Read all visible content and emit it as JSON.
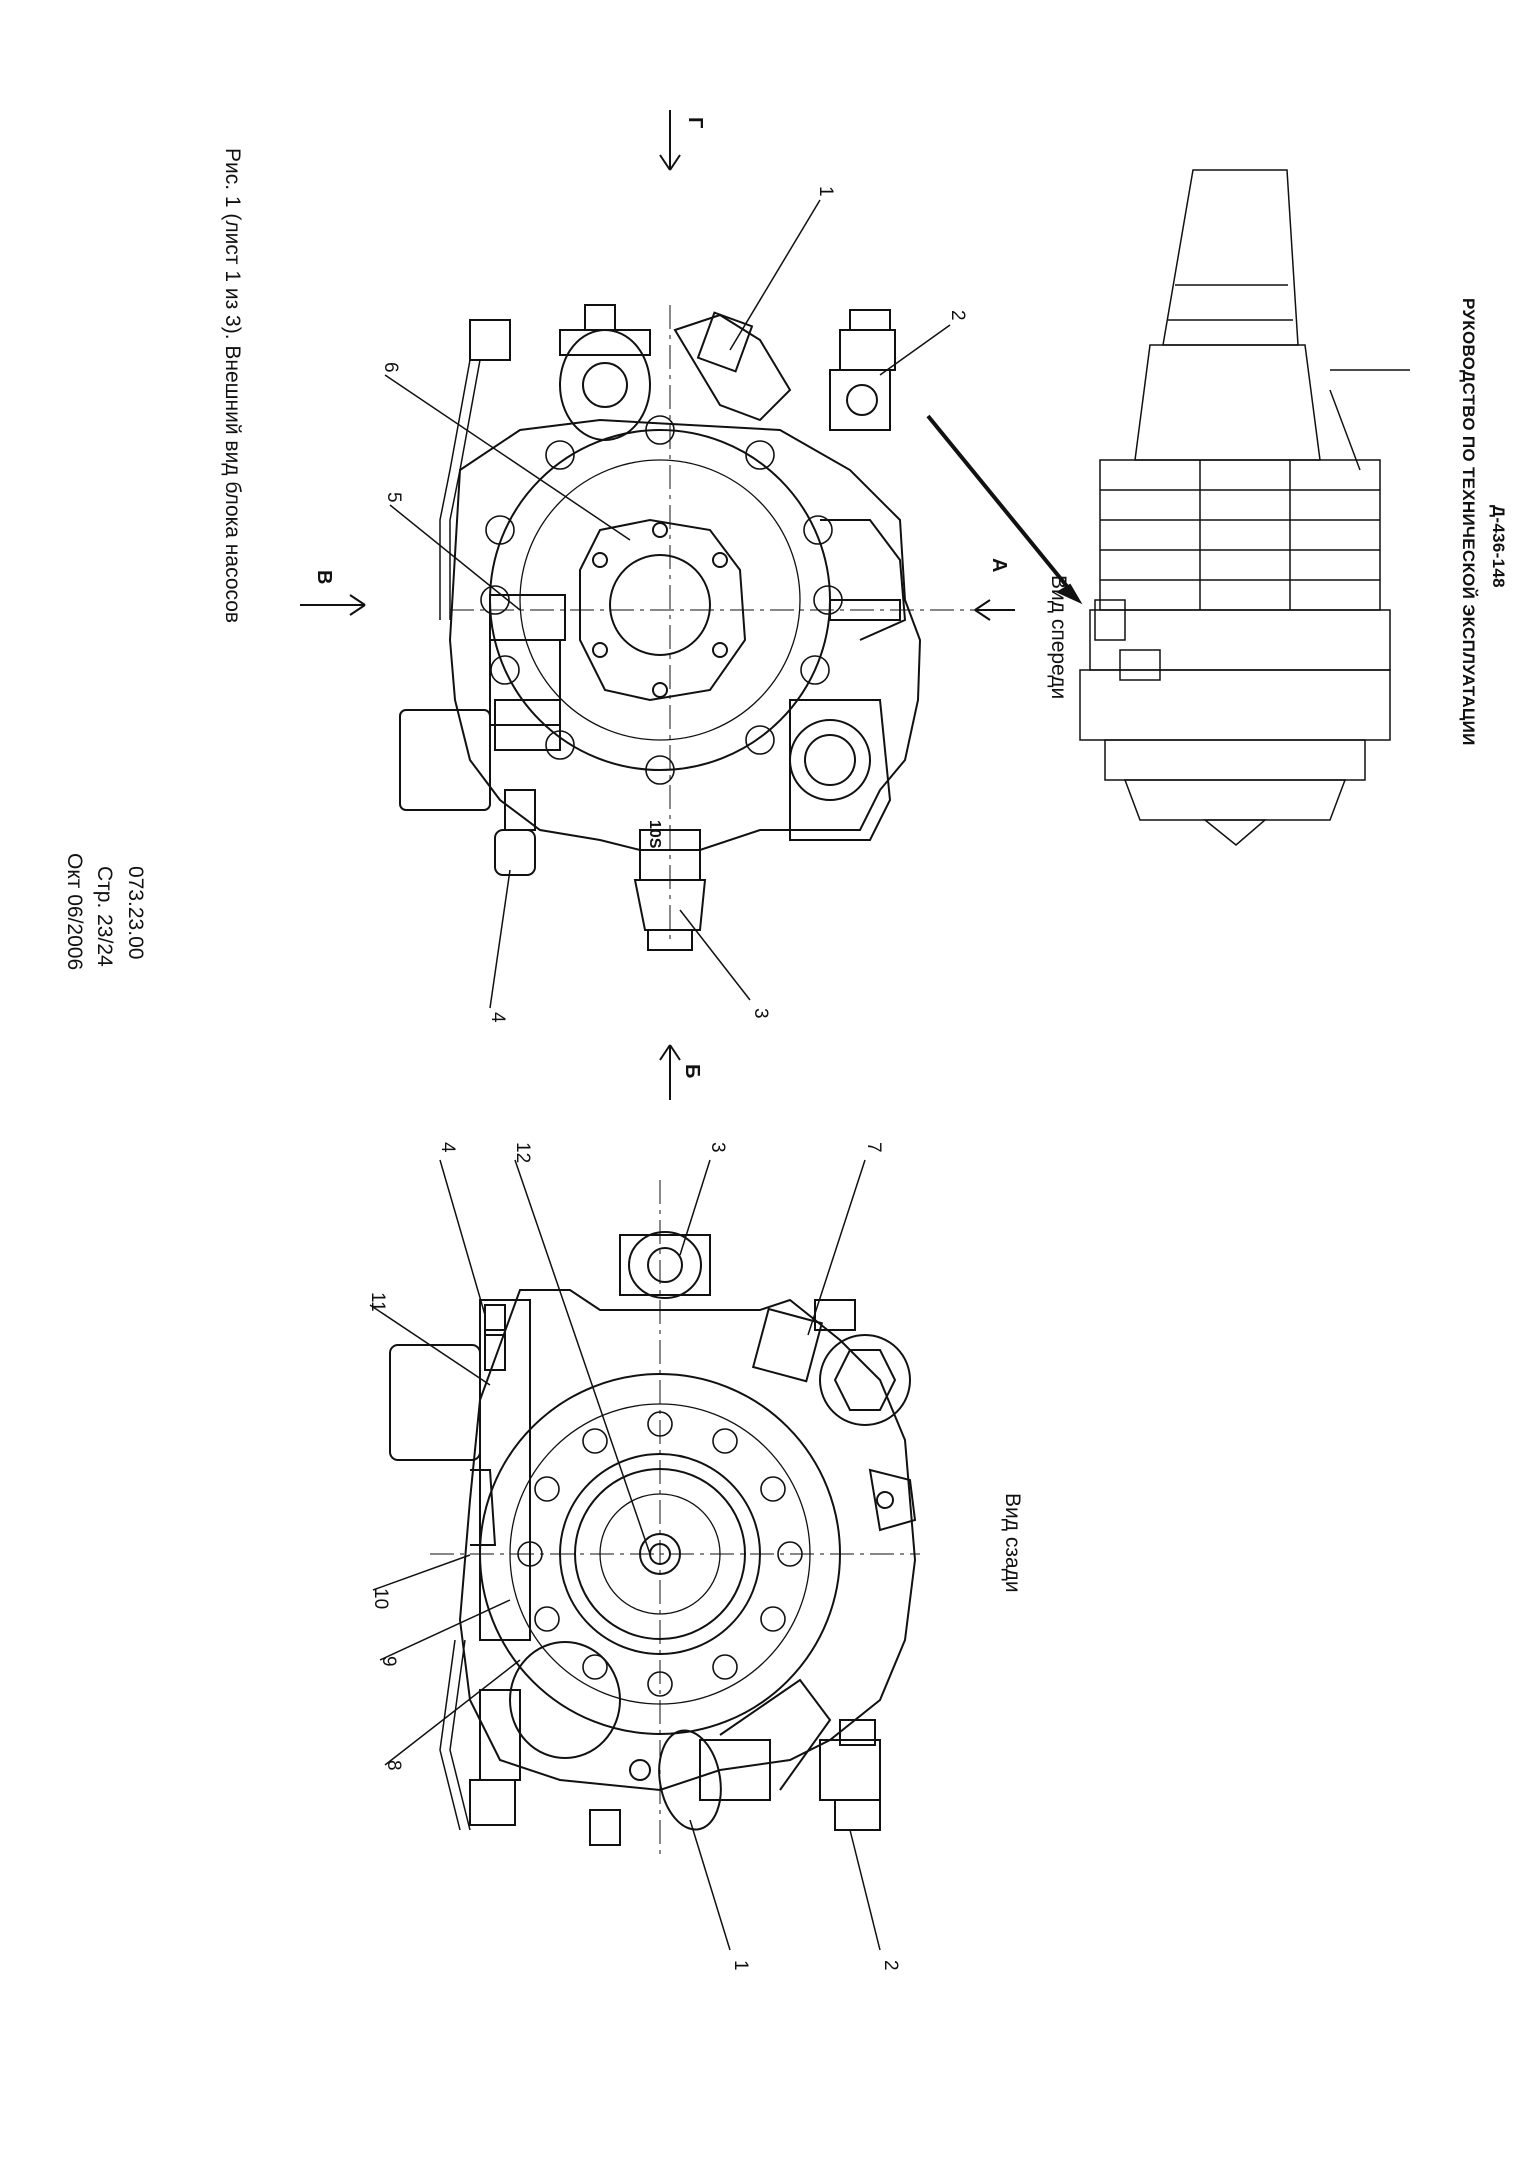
{
  "header": {
    "doc_code": "Д-436-148",
    "doc_title": "РУКОВОДСТВО ПО ТЕХНИЧЕСКОЙ ЭКСПЛУАТАЦИИ"
  },
  "figure": {
    "caption": "Рис. 1 (лист 1 из 3). Внешний вид блока насосов",
    "front_view_label": "Вид спереди",
    "rear_view_label": "Вид сзади",
    "view_arrows": [
      "А",
      "Б",
      "В",
      "Г"
    ],
    "callouts_front": [
      "1",
      "2",
      "3",
      "4",
      "5",
      "6"
    ],
    "callouts_rear": [
      "1",
      "2",
      "3",
      "4",
      "7",
      "8",
      "9",
      "10",
      "11",
      "12"
    ],
    "part_marking": "10S"
  },
  "footer": {
    "section": "073.23.00",
    "page": "Стр. 23/24",
    "date": "Окт 06/2006"
  }
}
